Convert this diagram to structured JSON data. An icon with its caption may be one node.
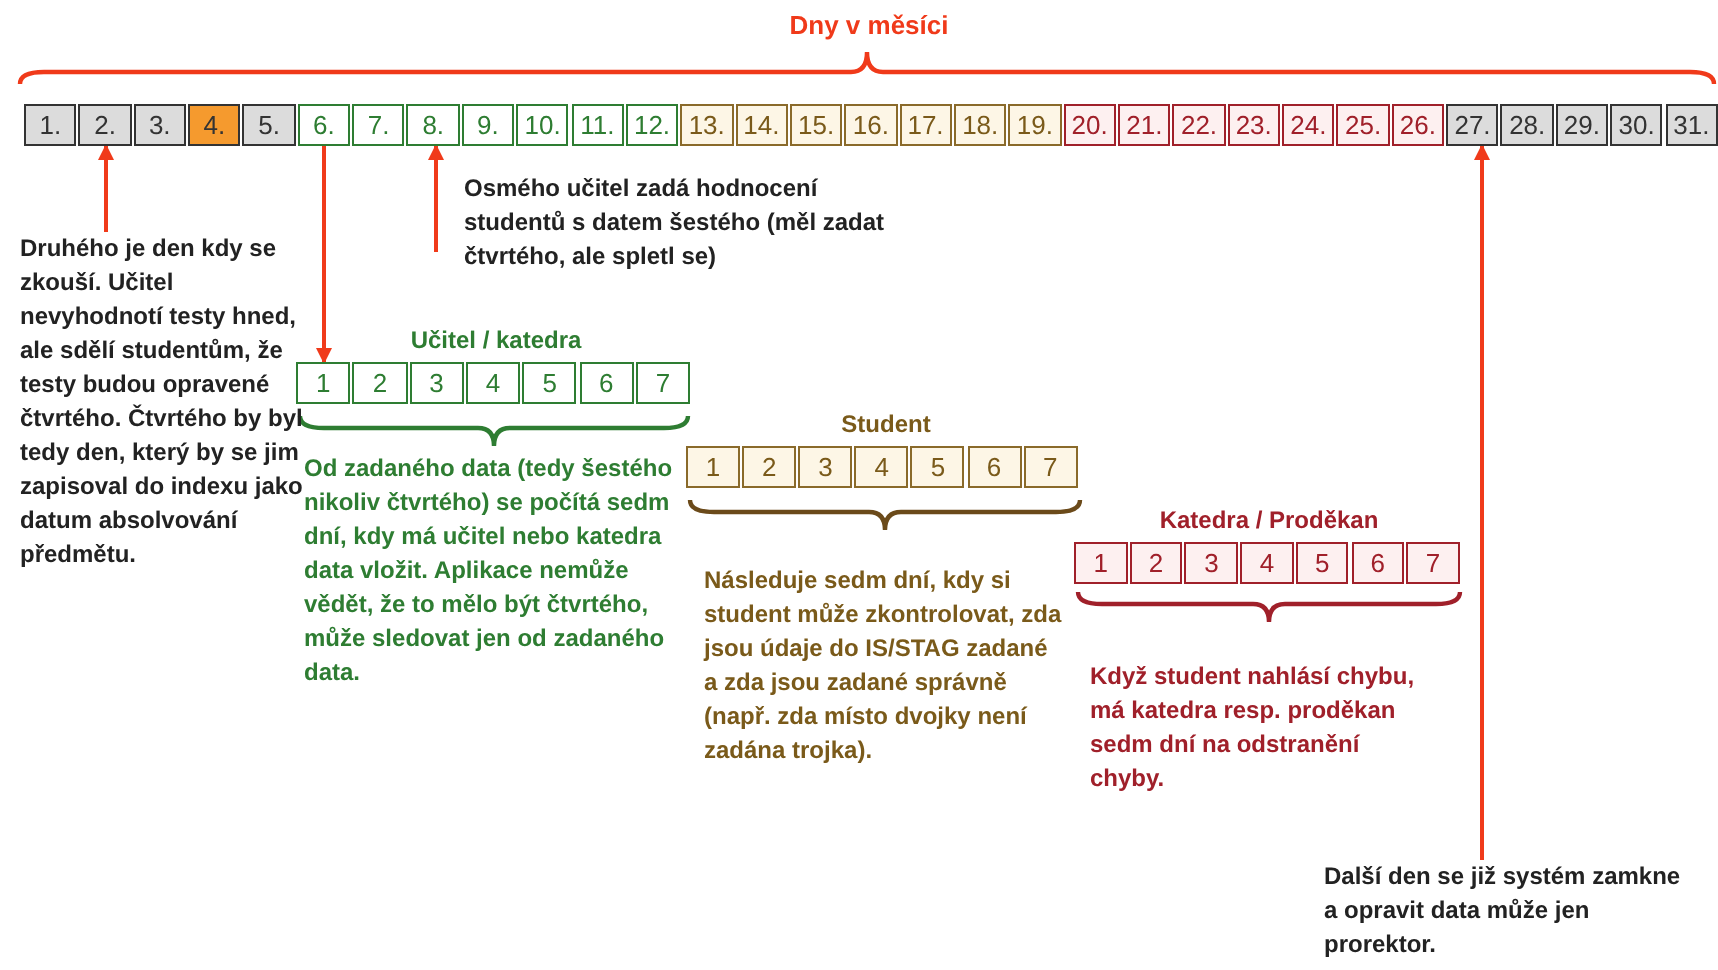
{
  "diagram": {
    "nodes": [
      {
        "text": [
          "Dny v měsíci"
        ]
      },
      {
        "text": [
          "1."
        ],
        "in": 0
      },
      {
        "text": [
          "2."
        ],
        "in": 0
      },
      {
        "text": [
          "3."
        ],
        "in": 0
      },
      {
        "text": [
          "4."
        ],
        "in": 0
      },
      {
        "text": [
          "5."
        ],
        "in": 0
      },
      {
        "text": [
          "6."
        ],
        "in": 0
      },
      {
        "text": [
          "7."
        ],
        "in": 0
      },
      {
        "text": [
          "8."
        ],
        "in": 0
      },
      {
        "text": [
          "9."
        ],
        "in": 0
      },
      {
        "text": [
          "10."
        ],
        "in": 0
      },
      {
        "text": [
          "11."
        ],
        "in": 0
      },
      {
        "text": [
          "12."
        ],
        "in": 0
      },
      {
        "text": [
          "13."
        ],
        "in": 0
      },
      {
        "text": [
          "14."
        ],
        "in": 0
      },
      {
        "text": [
          "15."
        ],
        "in": 0
      },
      {
        "text": [
          "16."
        ],
        "in": 0
      },
      {
        "text": [
          "17."
        ],
        "in": 0
      },
      {
        "text": [
          "18."
        ],
        "in": 0
      },
      {
        "text": [
          "19."
        ],
        "in": 0
      },
      {
        "text": [
          "20."
        ],
        "in": 0
      },
      {
        "text": [
          "21."
        ],
        "in": 0
      },
      {
        "text": [
          "22."
        ],
        "in": 0
      },
      {
        "text": [
          "23."
        ],
        "in": 0
      },
      {
        "text": [
          "24."
        ],
        "in": 0
      },
      {
        "text": [
          "25."
        ],
        "in": 0
      },
      {
        "text": [
          "26."
        ],
        "in": 0
      },
      {
        "text": [
          "27."
        ],
        "in": 0
      },
      {
        "text": [
          "28."
        ],
        "in": 0
      },
      {
        "text": [
          "29."
        ],
        "in": 0
      },
      {
        "text": [
          "30."
        ],
        "in": 0
      },
      {
        "text": [
          "31."
        ],
        "in": 0
      },
      {
        "text": [
          "Osmého učitel zadá hodnocení studentů s datem šestého (měl zadat čtvrtého, ale spletl se)"
        ]
      },
      {
        "text": [
          "Druhého je den kdy se zkouší. Učitel nevyhodnotí testy hned, ale sdělí studentům, že testy budou opravené čtvrtého. Čtvrtého by byl tedy den, který by se jim zapisoval do indexu jako datum absolvování předmětu."
        ]
      },
      {
        "text": [
          "Učitel / katedra"
        ]
      },
      {
        "text": [
          "1"
        ],
        "in": 34
      },
      {
        "text": [
          "2"
        ],
        "in": 34
      },
      {
        "text": [
          "3"
        ],
        "in": 34
      },
      {
        "text": [
          "4"
        ],
        "in": 34
      },
      {
        "text": [
          "5"
        ],
        "in": 34
      },
      {
        "text": [
          "6"
        ],
        "in": 34
      },
      {
        "text": [
          "7"
        ],
        "in": 34
      },
      {
        "text": [
          "Student"
        ]
      },
      {
        "text": [
          "1"
        ],
        "in": 42
      },
      {
        "text": [
          "2"
        ],
        "in": 42
      },
      {
        "text": [
          "3"
        ],
        "in": 42
      },
      {
        "text": [
          "4"
        ],
        "in": 42
      },
      {
        "text": [
          "5"
        ],
        "in": 42
      },
      {
        "text": [
          "6"
        ],
        "in": 42
      },
      {
        "text": [
          "7"
        ],
        "in": 42
      },
      {
        "text": [
          "Katedra / Proděkan"
        ]
      },
      {
        "text": [
          "1"
        ],
        "in": 50
      },
      {
        "text": [
          "2"
        ],
        "in": 50
      },
      {
        "text": [
          "3"
        ],
        "in": 50
      },
      {
        "text": [
          "4"
        ],
        "in": 50
      },
      {
        "text": [
          "5"
        ],
        "in": 50
      },
      {
        "text": [
          "6"
        ],
        "in": 50
      },
      {
        "text": [
          "7"
        ],
        "in": 50
      },
      {
        "text": [
          "Další den se již systém zamkne a opravit data může jen prorektor."
        ]
      }
    ],
    "edges": [
      {
        "from": 33,
        "to": 2,
        "arrow": "to"
      },
      {
        "from": 6,
        "to": 35,
        "arrow": "to"
      },
      {
        "from": 32,
        "to": 8,
        "arrow": "to"
      },
      {
        "from": 58,
        "to": 27,
        "arrow": "to"
      }
    ],
    "labels": [
      "Od zadaného data (tedy šestého nikoliv čtvrtého) se počítá sedm dní, kdy má učitel nebo katedra data vložit. Aplikace nemůže vědět, že to mělo být čtvrtého, může sledovat jen od zadaného data.",
      "Následuje sedm dní, kdy si student může zkontrolovat, zda jsou údaje do IS/STAG zadané a zda jsou zadané správně (např. zda místo dvojky není zadána trojka).",
      "Když student nahlásí chybu, má katedra resp. proděkan sedm dní na odstranění chyby."
    ]
  }
}
